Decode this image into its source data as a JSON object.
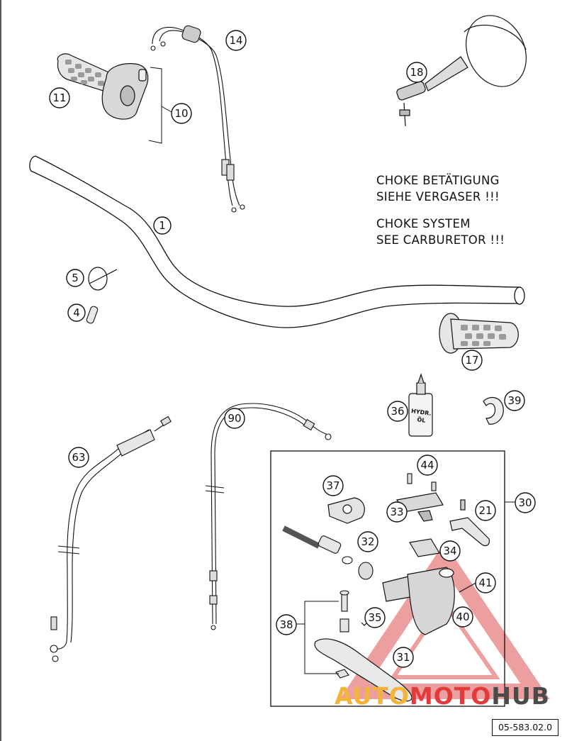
{
  "notes": {
    "line1": "CHOKE BETÄTIGUNG",
    "line2": "SIEHE VERGASER !!!",
    "line3": "CHOKE SYSTEM",
    "line4": "SEE CARBURETOR !!!"
  },
  "bottle_label": {
    "line1": "HYDR.",
    "line2": "ÖL"
  },
  "doc_number": "05-583.02.0",
  "watermark": {
    "part1": "AUTO",
    "part2": "MOTO",
    "part3": "HUB",
    "colors": [
      "#f2b53a",
      "#e23b3b",
      "#4a4a4a"
    ]
  },
  "callouts": {
    "p1": "1",
    "p4": "4",
    "p5": "5",
    "p10": "10",
    "p11": "11",
    "p14": "14",
    "p17": "17",
    "p18": "18",
    "p21": "21",
    "p30": "30",
    "p31": "31",
    "p32": "32",
    "p33": "33",
    "p34": "34",
    "p35": "35",
    "p36": "36",
    "p37": "37",
    "p38": "38",
    "p39": "39",
    "p40": "40",
    "p41": "41",
    "p44": "44",
    "p63": "63",
    "p90": "90"
  }
}
